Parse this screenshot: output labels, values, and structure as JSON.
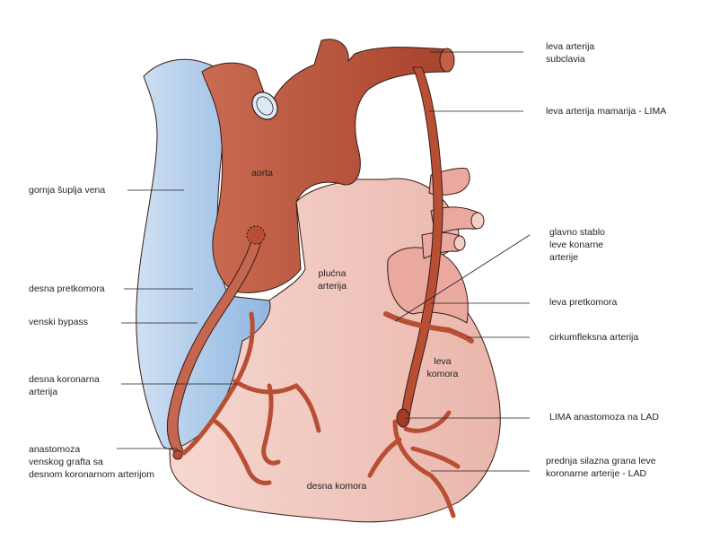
{
  "labels": {
    "left_subclavian": "leva arterija\nsubclavia",
    "lima": "leva arterija mamarija - LIMA",
    "svc": "gornja šuplja vena",
    "left_main": "glavno stablo\nleve konarne\narterije",
    "right_atrium": "desna pretkomora",
    "left_atrium": "leva pretkomora",
    "vein_bypass": "venski bypass",
    "circumflex": "cirkumfleksna arterija",
    "rca": "desna koronarna\narterija",
    "lima_lad": "LIMA anastomoza na LAD",
    "vein_graft_anastomosis": "anastomoza\nvenskog grafta sa\ndesnom koronarnom arterijom",
    "lad": "prednja silazna grana leve\nkoronarne arterije - LAD",
    "aorta": "aorta",
    "pulmonary_artery": "plućna\narterija",
    "left_ventricle": "leva\nkomora",
    "right_ventricle": "desna komora"
  },
  "colors": {
    "vein_blue": "#a9c8e8",
    "vein_blue_light": "#d6e6f5",
    "artery_red": "#b84f35",
    "artery_dark": "#9b3d26",
    "heart_pink": "#f3cfc7",
    "heart_pink_dark": "#e6aaa0",
    "outline": "#3a1a14"
  }
}
